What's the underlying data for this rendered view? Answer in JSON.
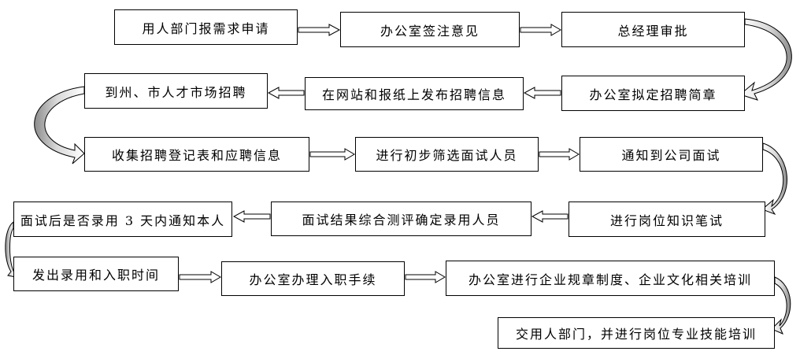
{
  "steps": [
    {
      "id": "b1",
      "label": "用人部门报需求申请"
    },
    {
      "id": "b2",
      "label": "办公室签注意见"
    },
    {
      "id": "b3",
      "label": "总经理审批"
    },
    {
      "id": "b4",
      "label": "办公室拟定招聘简章"
    },
    {
      "id": "b5",
      "label": "在网站和报纸上发布招聘信息"
    },
    {
      "id": "b6",
      "label": "到州、市人才市场招聘"
    },
    {
      "id": "b7",
      "label": "收集招聘登记表和应聘信息"
    },
    {
      "id": "b8",
      "label": "进行初步筛选面试人员"
    },
    {
      "id": "b9",
      "label": "通知到公司面试"
    },
    {
      "id": "b10",
      "label": "进行岗位知识笔试"
    },
    {
      "id": "b11",
      "label": "面试结果综合测评确定录用人员"
    },
    {
      "id": "b12",
      "label": "面试后是否录用 3 天内通知本人"
    },
    {
      "id": "b13",
      "label": "发出录用和入职时间"
    },
    {
      "id": "b14",
      "label": "办公室办理入职手续"
    },
    {
      "id": "b15",
      "label": "办公室进行企业规章制度、企业文化相关培训"
    },
    {
      "id": "b16",
      "label": "交用人部门，并进行岗位专业技能培训"
    }
  ]
}
